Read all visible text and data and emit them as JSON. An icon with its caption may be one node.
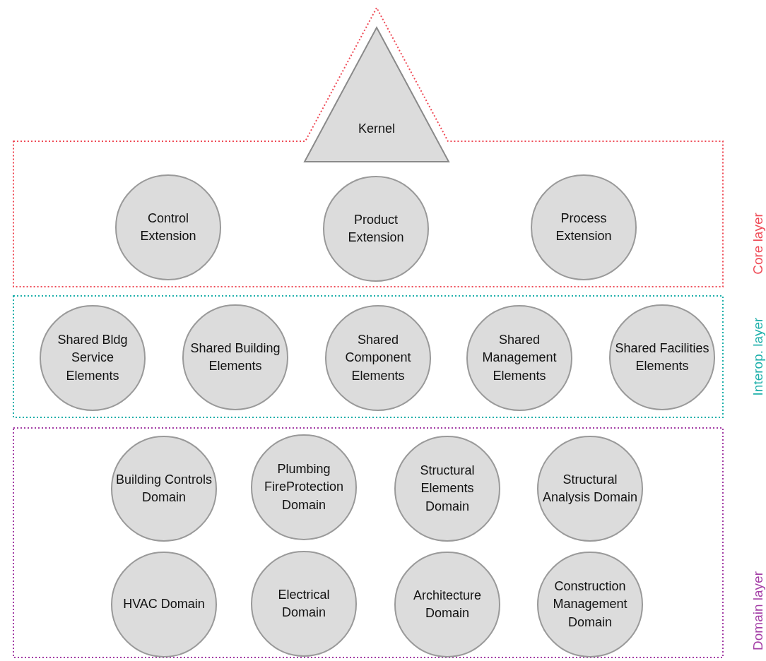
{
  "diagram": {
    "nodes": [
      {
        "text": [
          "Core layer"
        ]
      },
      {
        "text": [
          "Kernel"
        ],
        "in": 0
      },
      {
        "text": [
          "Control Extension"
        ],
        "in": 0
      },
      {
        "text": [
          "Product Extension"
        ],
        "in": 0
      },
      {
        "text": [
          "Process Extension"
        ],
        "in": 0
      },
      {
        "text": [
          "Interop. layer"
        ]
      },
      {
        "text": [
          "Shared Bldg Service Elements"
        ],
        "in": 5
      },
      {
        "text": [
          "Shared Building Elements"
        ],
        "in": 5
      },
      {
        "text": [
          "Shared Component Elements"
        ],
        "in": 5
      },
      {
        "text": [
          "Shared Management Elements"
        ],
        "in": 5
      },
      {
        "text": [
          "Shared Facilities Elements"
        ],
        "in": 5
      },
      {
        "text": [
          "Domain layer"
        ]
      },
      {
        "text": [
          "Building Controls Domain"
        ],
        "in": 11
      },
      {
        "text": [
          "Plumbing FireProtection Domain"
        ],
        "in": 11
      },
      {
        "text": [
          "Structural Elements Domain"
        ],
        "in": 11
      },
      {
        "text": [
          "Structural Analysis Domain"
        ],
        "in": 11
      },
      {
        "text": [
          "HVAC Domain"
        ],
        "in": 11
      },
      {
        "text": [
          "Electrical Domain"
        ],
        "in": 11
      },
      {
        "text": [
          "Architecture Domain"
        ],
        "in": 11
      },
      {
        "text": [
          "Construction Management Domain"
        ],
        "in": 11
      }
    ],
    "edges": []
  }
}
